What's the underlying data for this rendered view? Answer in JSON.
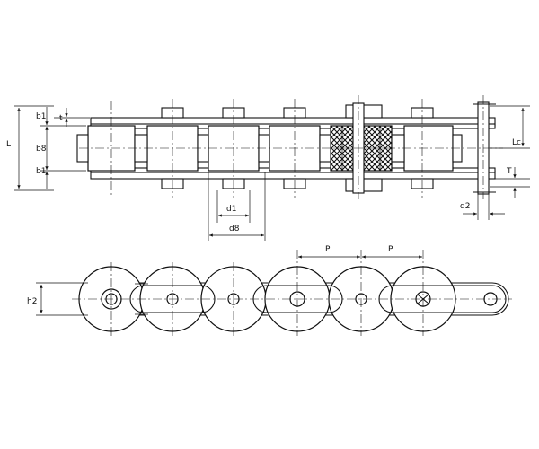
{
  "labels": {
    "L": "L",
    "b1_top": "b1",
    "b8": "b8",
    "b1_bottom": "b1",
    "t": "t",
    "Lc": "Lc",
    "T": "T",
    "d1": "d1",
    "d8": "d8",
    "d2": "d2",
    "h2": "h2",
    "P1": "P",
    "P2": "P"
  }
}
